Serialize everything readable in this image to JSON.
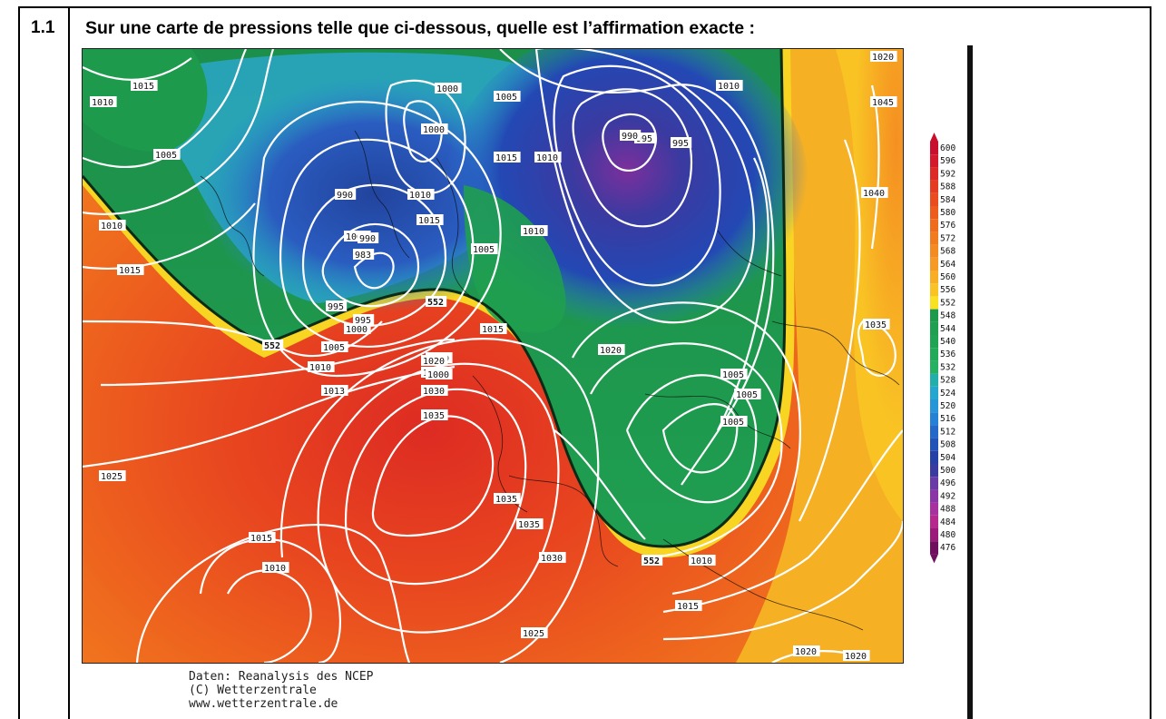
{
  "question": {
    "number": "1.1",
    "text": "Sur une carte de pressions telle que ci-dessous, quelle est l’affirmation exacte :"
  },
  "map": {
    "isobar_labels": [
      "1015",
      "1010",
      "1005",
      "1000",
      "1005",
      "1010",
      "1020",
      "1015",
      "1010",
      "1000",
      "995",
      "1045",
      "990",
      "995",
      "990",
      "1010",
      "1015",
      "1040",
      "1010",
      "1010",
      "1005",
      "1000",
      "983",
      "990",
      "995",
      "1020",
      "1015",
      "995",
      "1000",
      "1005",
      "1010",
      "552",
      "1015",
      "1020",
      "1025",
      "1030",
      "1035",
      "1020",
      "1000",
      "1005",
      "1035",
      "1005",
      "1005",
      "552",
      "1013",
      "1025",
      "1035",
      "1035",
      "1030",
      "1015",
      "1010",
      "552",
      "1010",
      "1015",
      "1025",
      "1020",
      "1020"
    ],
    "legend_values": [
      "600",
      "596",
      "592",
      "588",
      "584",
      "580",
      "576",
      "572",
      "568",
      "564",
      "560",
      "556",
      "552",
      "548",
      "544",
      "540",
      "536",
      "532",
      "528",
      "524",
      "520",
      "516",
      "512",
      "508",
      "504",
      "500",
      "496",
      "492",
      "488",
      "484",
      "480",
      "476"
    ],
    "legend_colors": [
      "#c8102e",
      "#d3192b",
      "#de2a27",
      "#e53b22",
      "#ea4b1f",
      "#ee5c1d",
      "#f06c1d",
      "#f27b1f",
      "#f48a22",
      "#f69a25",
      "#f8ad25",
      "#f9c324",
      "#f9e021",
      "#1e9a4c",
      "#1f9f4f",
      "#20a453",
      "#23aa59",
      "#26b062",
      "#22aeaa",
      "#25a6cf",
      "#2796d8",
      "#2581d6",
      "#2269c9",
      "#2352b8",
      "#2740a8",
      "#3a3aa0",
      "#6a3aa6",
      "#8a36a8",
      "#a7319f",
      "#b62a8e",
      "#9b1a7a",
      "#6f0f5e"
    ],
    "credits": [
      "Daten: Reanalysis des NCEP",
      "(C) Wetterzentrale",
      "www.wetterzentrale.de"
    ]
  }
}
